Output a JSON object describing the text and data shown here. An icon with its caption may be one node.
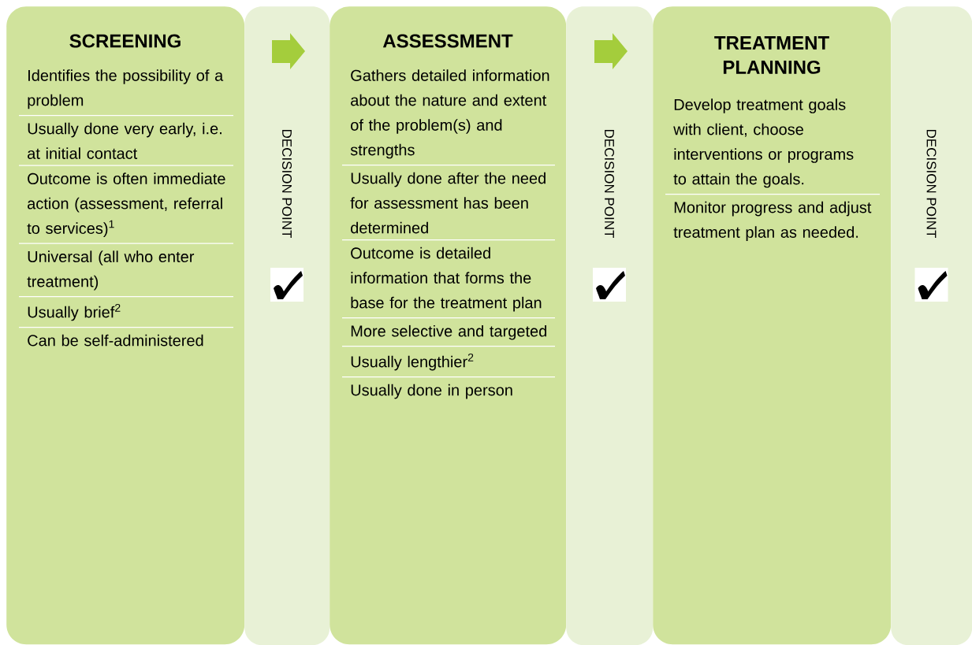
{
  "diagram": {
    "nodes": [
      {
        "text": [
          "SCREENING",
          "Identifies the possibility of a problem",
          "Usually done very early, i.e. at initial contact",
          "Outcome is often immediate action (assessment, referral to services)$^{1}$",
          "Universal (all who enter treatment)",
          "Usually brief$^{2}$",
          "Can be self-administered"
        ]
      },
      {
        "text": [
          "DECISION POINT"
        ]
      },
      {
        "text": [],
        "shape": "arrow",
        "in": 1
      },
      {
        "text": [
          "ASSESSMENT",
          "Gathers detailed information about the nature and extent of the problem(s) and strengths",
          "Usually done after the need for assessment has been determined",
          "Outcome is detailed information that forms the base for the treatment plan",
          "More selective and targeted",
          "Usually lengthier$^{2}$",
          "Usually done in person"
        ]
      },
      {
        "text": [
          "DECISION POINT"
        ]
      },
      {
        "text": [],
        "shape": "arrow",
        "in": 4
      },
      {
        "text": [
          "TREATMENT PLANNING",
          "Develop treatment goals with client, choose interventions or programs to attain the goals.",
          "Monitor progress and adjust treatment plan as needed."
        ]
      },
      {
        "text": [
          "DECISION POINT"
        ]
      }
    ]
  }
}
